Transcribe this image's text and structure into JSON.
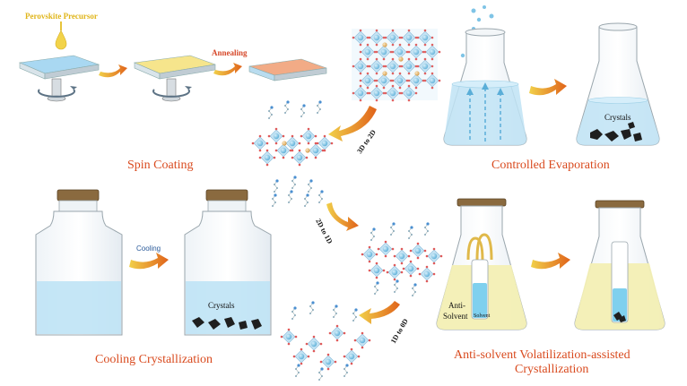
{
  "labels": {
    "perovskite_precursor": "Perovskite Precursor",
    "annealing": "Annealing",
    "spin_coating": "Spin Coating",
    "controlled_evaporation": "Controlled Evaporation",
    "crystals_evap": "Crystals",
    "cooling": "Cooling",
    "crystals_cool": "Crystals",
    "cooling_crystallization": "Cooling Crystallization",
    "anti_solvent_line1": "Anti-solvent Volatilization-assisted",
    "anti_solvent_line2": "Crystallization",
    "anti_solvent_flask_1": "Anti-",
    "anti_solvent_flask_2": "Solvent",
    "solvent": "Solvent",
    "arrow_3d_2d": "3D to 2D",
    "arrow_2d_1d": "2D to 1D",
    "arrow_1d_0d": "1D to 0D"
  },
  "colors": {
    "title_orange": "#d94a1e",
    "arrow_orange": "#e27a1c",
    "liquid_blue": "#bfe3f5",
    "liquid_yellow": "#f3efb4",
    "cork": "#8a6a3f",
    "crystal": "#1f1f1f"
  }
}
